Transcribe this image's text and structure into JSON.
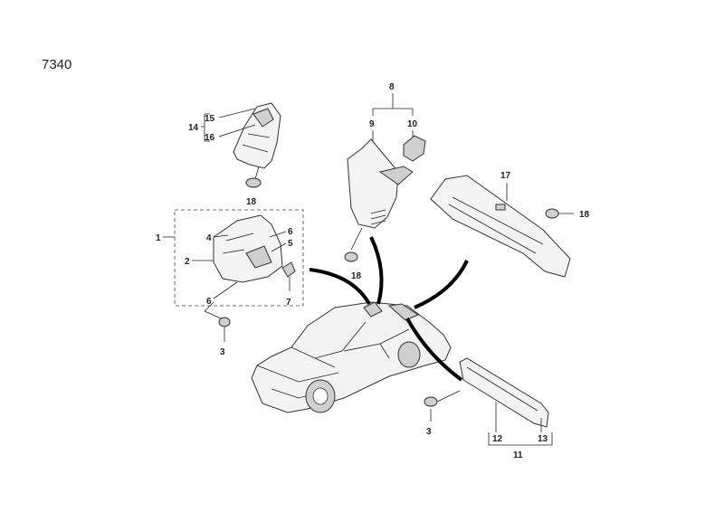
{
  "figure_code": "7340",
  "callouts": {
    "c1": "1",
    "c2": "2",
    "c3a": "3",
    "c3b": "3",
    "c4": "4",
    "c5": "5",
    "c6a": "6",
    "c6b": "6",
    "c7": "7",
    "c8": "8",
    "c9": "9",
    "c10": "10",
    "c11": "11",
    "c12": "12",
    "c13": "13",
    "c14": "14",
    "c15": "15",
    "c16": "16",
    "c17": "17",
    "c18a": "18",
    "c18b": "18",
    "c18c": "18"
  }
}
